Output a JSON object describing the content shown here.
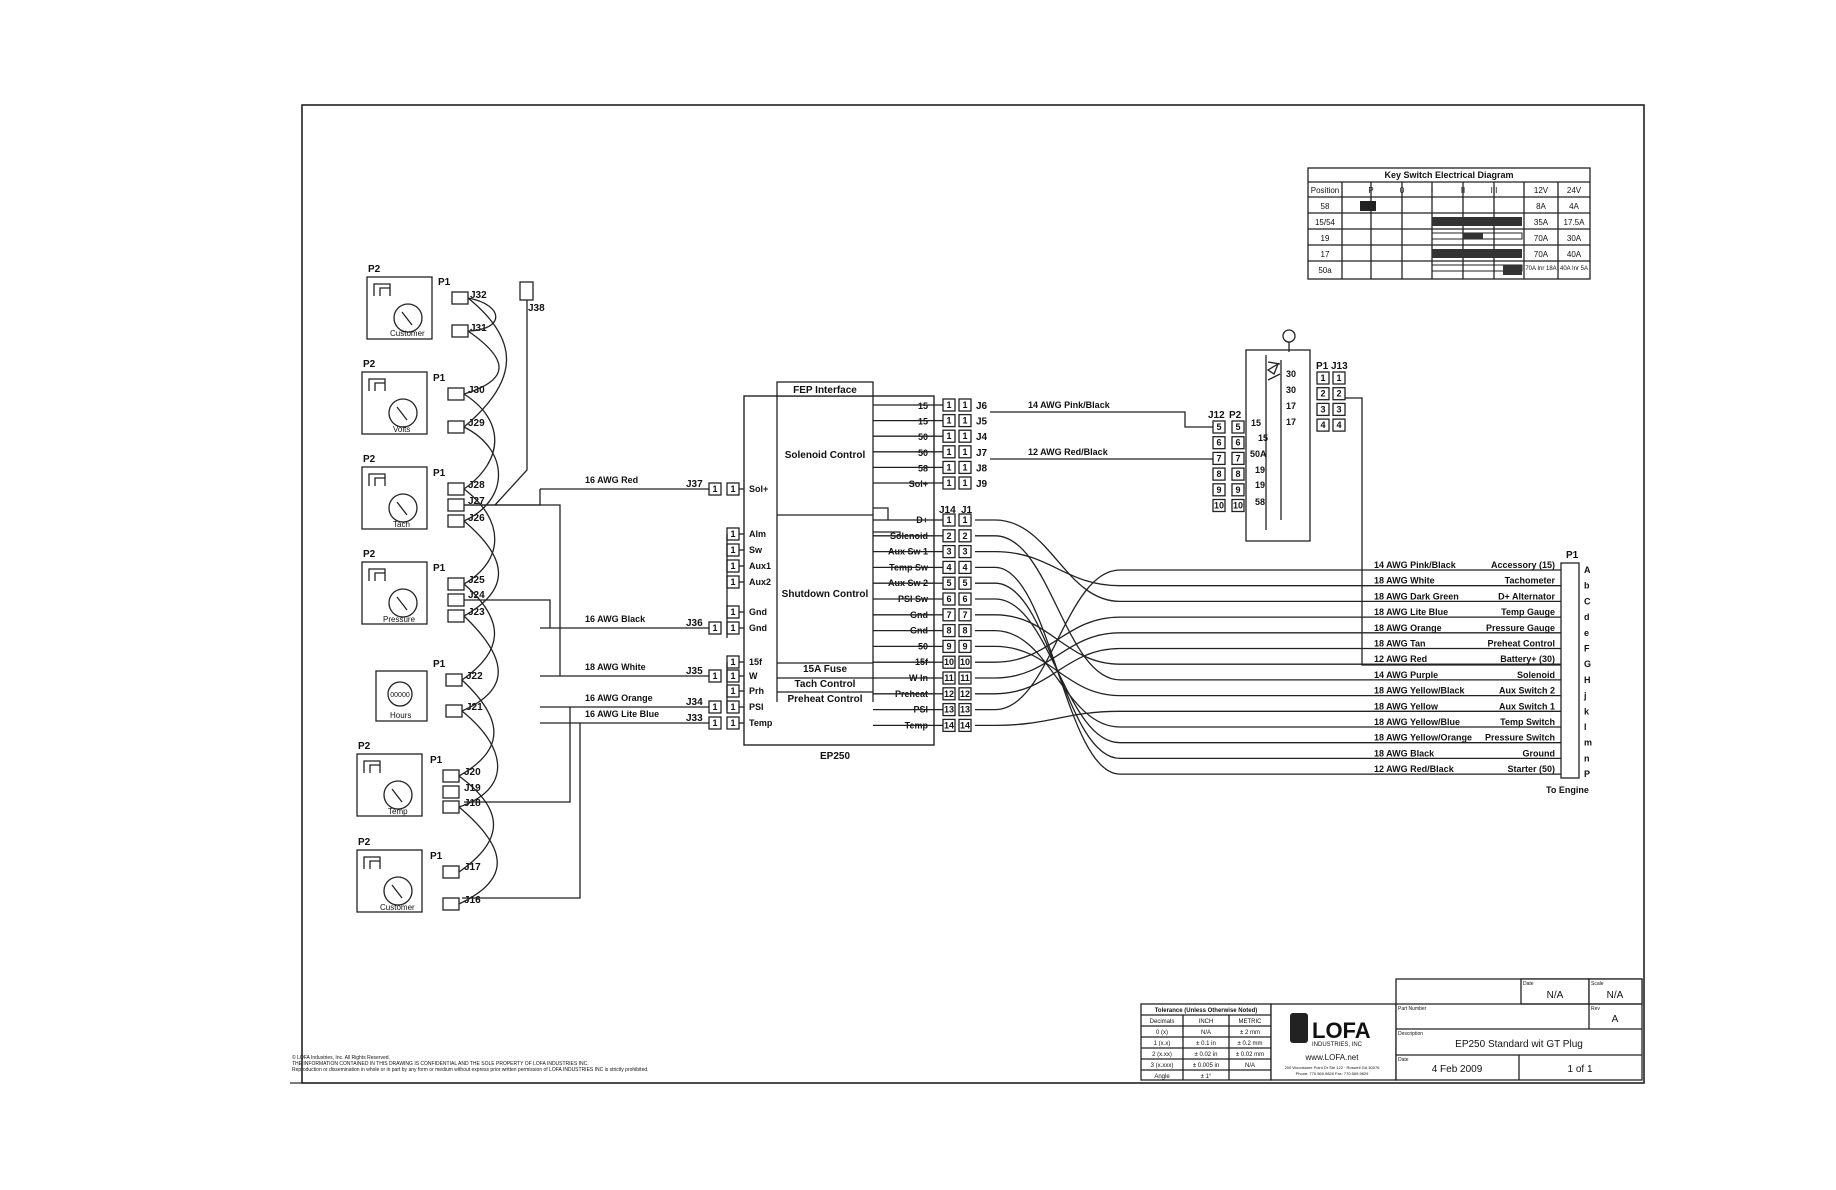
{
  "keyswitch": {
    "title": "Key Switch Electrical Diagram",
    "headers": [
      "Position",
      "P",
      "0",
      "I",
      "II",
      "III",
      "12V",
      "24V"
    ],
    "rows": [
      {
        "pos": "58",
        "v12": "8A",
        "v24": "4A"
      },
      {
        "pos": "15/54",
        "v12": "35A",
        "v24": "17.5A"
      },
      {
        "pos": "19",
        "v12": "70A",
        "v24": "30A"
      },
      {
        "pos": "17",
        "v12": "70A",
        "v24": "40A"
      },
      {
        "pos": "50a",
        "v12": "70A Inr 18A",
        "v24": "40A Inr 5A"
      }
    ]
  },
  "gauges": [
    {
      "name": "Customer",
      "p2": "P2",
      "p1": "P1",
      "j1": "J32",
      "j2": "J31"
    },
    {
      "name": "Volts",
      "p2": "P2",
      "p1": "P1",
      "j1": "J30",
      "j2": "J29"
    },
    {
      "name": "Tach",
      "p2": "P2",
      "p1": "P1",
      "j1": "J28",
      "j2": "J27",
      "j3": "J26"
    },
    {
      "name": "Pressure",
      "p2": "P2",
      "p1": "P1",
      "j1": "J25",
      "j2": "J24",
      "j3": "J23"
    },
    {
      "name": "Hours",
      "p1": "P1",
      "j1": "J22",
      "j2": "J21",
      "counter": "00000"
    },
    {
      "name": "Temp",
      "p2": "P2",
      "p1": "P1",
      "j1": "J20",
      "j2": "J19",
      "j3": "J18"
    },
    {
      "name": "Customer",
      "p2": "P2",
      "p1": "P1",
      "j1": "J17",
      "j2": "J16"
    }
  ],
  "j38": "J38",
  "ep250": {
    "label": "EP250",
    "fep": "FEP Interface",
    "solenoid": "Solenoid Control",
    "shutdown": "Shutdown Control",
    "fuse": "15A Fuse",
    "tach": "Tach Control",
    "preheat": "Preheat Control"
  },
  "sol_outputs": [
    {
      "pin": "15",
      "j": "J6"
    },
    {
      "pin": "15",
      "j": "J5"
    },
    {
      "pin": "50",
      "j": "J4"
    },
    {
      "pin": "50",
      "j": "J7"
    },
    {
      "pin": "58",
      "j": "J8"
    },
    {
      "pin": "Sol+",
      "j": "J9"
    }
  ],
  "left_inputs": [
    {
      "pin": "Sol+",
      "j": "J37",
      "wire": "16 AWG Red"
    },
    {
      "pin": "Alm"
    },
    {
      "pin": "Sw"
    },
    {
      "pin": "Aux1"
    },
    {
      "pin": "Aux2"
    },
    {
      "pin": "Gnd"
    },
    {
      "pin": "Gnd",
      "j": "J36",
      "wire": "16 AWG Black"
    },
    {
      "pin": "15f"
    },
    {
      "pin": "W",
      "j": "J35",
      "wire": "18 AWG White"
    },
    {
      "pin": "Prh"
    },
    {
      "pin": "PSI",
      "j": "J34",
      "wire": "16 AWG Orange"
    },
    {
      "pin": "Temp",
      "j": "J33",
      "wire": "16 AWG Lite Blue"
    }
  ],
  "j14_header": {
    "j14": "J14",
    "j1": "J1"
  },
  "j14_pins": [
    "D+",
    "Solenoid",
    "Aux Sw 1",
    "Temp Sw",
    "Aux Sw 2",
    "PSI Sw",
    "Gnd",
    "Gnd",
    "50",
    "15f",
    "W In",
    "Preheat",
    "PSI",
    "Temp"
  ],
  "keyswitch_wires": [
    {
      "label": "14 AWG Pink/Black"
    },
    {
      "label": "12 AWG Red/Black"
    }
  ],
  "keyswitch_conn": {
    "j12": "J12",
    "p2": "P2",
    "p1": "P1",
    "j13": "J13",
    "left": [
      "15",
      "15",
      "50A",
      "19",
      "19",
      "58"
    ],
    "right": [
      "30",
      "30",
      "17",
      "17"
    ]
  },
  "engine_harness": {
    "p1": "P1",
    "to": "To Engine",
    "rows": [
      {
        "wire": "14 AWG Pink/Black",
        "func": "Accessory (15)",
        "pin": "A"
      },
      {
        "wire": "18 AWG White",
        "func": "Tachometer",
        "pin": "b"
      },
      {
        "wire": "18 AWG Dark Green",
        "func": "D+ Alternator",
        "pin": "C"
      },
      {
        "wire": "18 AWG Lite Blue",
        "func": "Temp Gauge",
        "pin": "d"
      },
      {
        "wire": "18 AWG Orange",
        "func": "Pressure Gauge",
        "pin": "e"
      },
      {
        "wire": "18 AWG Tan",
        "func": "Preheat Control",
        "pin": "F"
      },
      {
        "wire": "12 AWG Red",
        "func": "Battery+ (30)",
        "pin": "G"
      },
      {
        "wire": "14 AWG Purple",
        "func": "Solenoid",
        "pin": "H"
      },
      {
        "wire": "18 AWG Yellow/Black",
        "func": "Aux Switch 2",
        "pin": "j"
      },
      {
        "wire": "18 AWG Yellow",
        "func": "Aux Switch 1",
        "pin": "k"
      },
      {
        "wire": "18 AWG Yellow/Blue",
        "func": "Temp Switch",
        "pin": "l"
      },
      {
        "wire": "18 AWG Yellow/Orange",
        "func": "Pressure Switch",
        "pin": "m"
      },
      {
        "wire": "18 AWG Black",
        "func": "Ground",
        "pin": "n"
      },
      {
        "wire": "12 AWG Red/Black",
        "func": "Starter (50)",
        "pin": "P"
      }
    ]
  },
  "title_block": {
    "tolerance_title": "Tolerance (Unless Otherwise Noted)",
    "tol_headers": [
      "Decimals",
      "INCH",
      "METRIC"
    ],
    "tol_rows": [
      [
        "0 (x)",
        "N/A",
        "± 2 mm"
      ],
      [
        "1 (x.x)",
        "± 0.1 in",
        "± 0.2 mm"
      ],
      [
        "2 (x.xx)",
        "± 0.02 in",
        "± 0.02 mm"
      ],
      [
        "3 (x.xxx)",
        "± 0.005 in",
        "N/A"
      ],
      [
        "Angle",
        "± 1°",
        ""
      ]
    ],
    "company": "LOFA",
    "company_sub": "INDUSTRIES, INC",
    "web": "www.LOFA.net",
    "address": "200 Woodstone Point Dr Ste 122 · Roswell GA 30076",
    "phone": "Phone: 770.569.9828   Fax: 770.569.9829",
    "date_label": "Date",
    "date_value": "N/A",
    "scale_label": "Scale",
    "scale_value": "N/A",
    "part_label": "Part Number",
    "rev_label": "Rev",
    "rev_value": "A",
    "desc_label": "Description",
    "desc_value": "EP250 Standard wit GT Plug",
    "draw_date": "4 Feb 2009",
    "sheet": "1 of 1"
  },
  "copyright": [
    "© LOFA Industries, Inc. All Rights Reserved.",
    "THE INFORMATION CONTAINED IN THIS DRAWING IS CONFIDENTIAL AND THE SOLE PROPERTY OF LOFA INDUSTRIES INC.",
    "Reproduction or dissemination in whole or in part by any form or medium without express prior written permission of LOFA INDUSTRIES INC is strictly prohibited."
  ]
}
